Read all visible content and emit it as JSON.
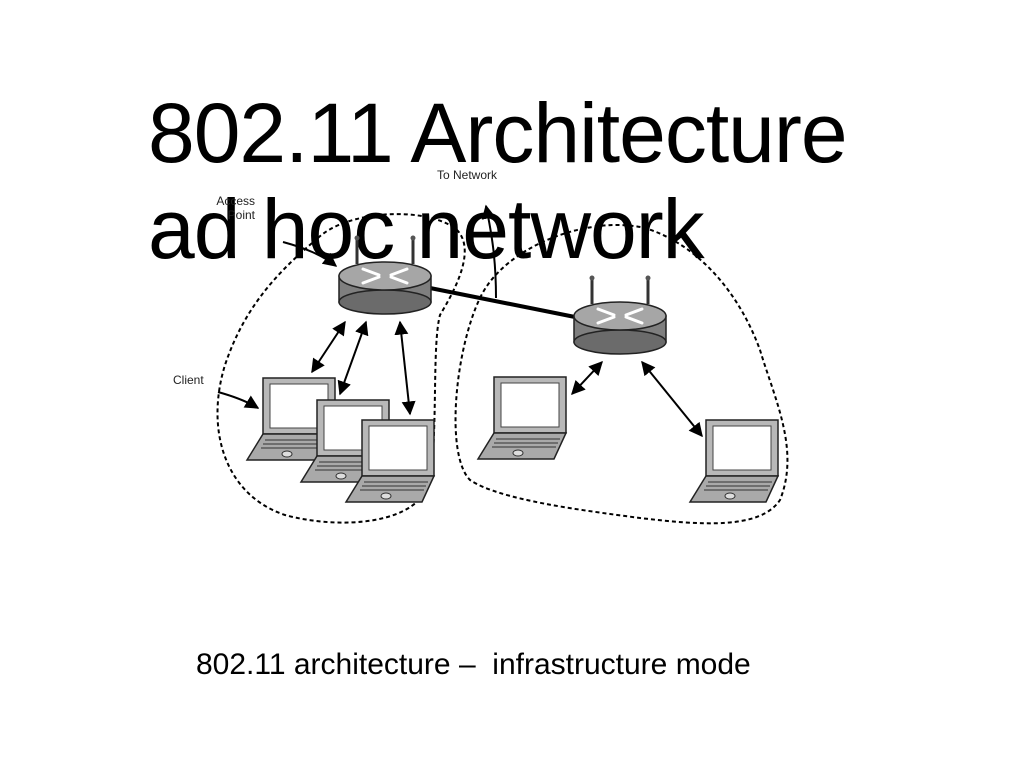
{
  "slide": {
    "title": "802.11 Architecture\nad hoc network",
    "caption": "802.11 architecture –  infrastructure mode"
  },
  "diagram": {
    "labels": {
      "to_network": "To Network",
      "access_point": "Access\nPoint",
      "client": "Client"
    },
    "colors": {
      "router_body": "#7f7f7f",
      "router_top": "#a6a6a6",
      "laptop_body": "#b0b0b0",
      "screen": "#ffffff",
      "line": "#000000"
    }
  }
}
